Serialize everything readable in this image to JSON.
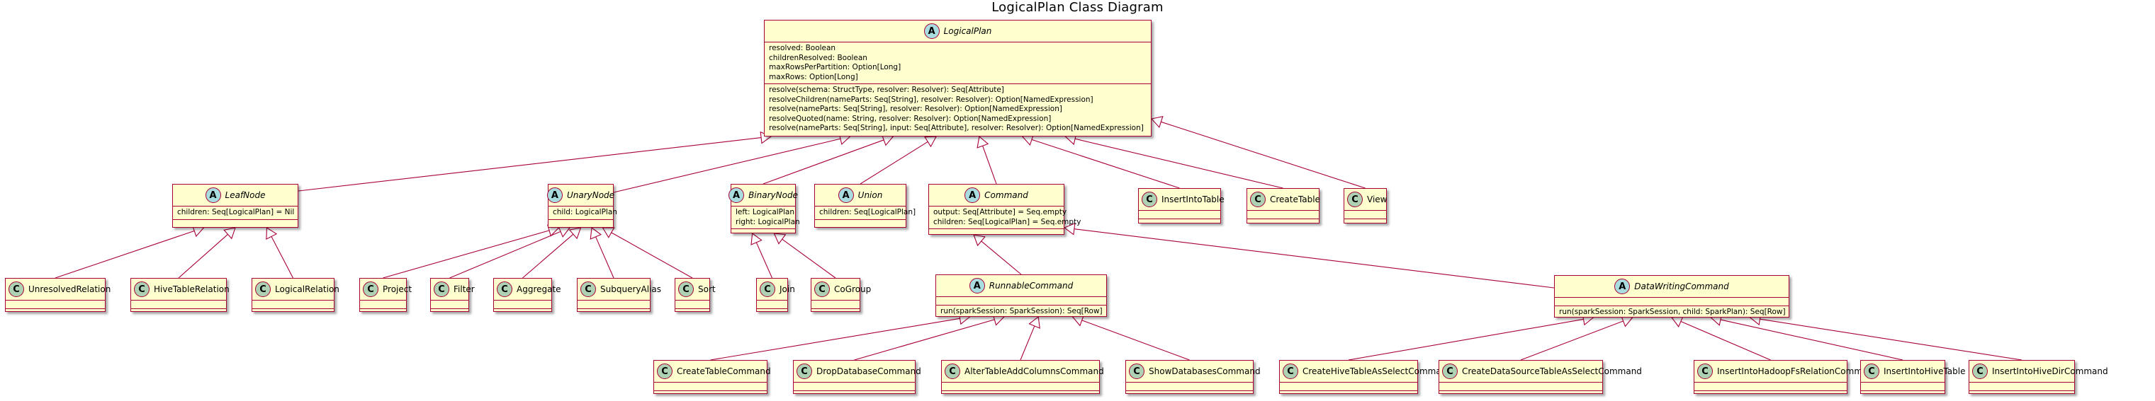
{
  "title": "LogicalPlan Class Diagram",
  "colors": {
    "fill": "#FEFECE",
    "border": "#A80036",
    "abstract_badge": "#A9DCDF",
    "class_badge": "#ADD1B2"
  },
  "classes": [
    {
      "id": "LogicalPlan",
      "kind": "abstract",
      "badge": "A",
      "name": "LogicalPlan",
      "fields": [
        "resolved: Boolean",
        "childrenResolved: Boolean",
        "maxRowsPerPartition: Option[Long]",
        "maxRows: Option[Long]"
      ],
      "methods": [
        "resolve(schema: StructType, resolver: Resolver): Seq[Attribute]",
        "resolveChildren(nameParts: Seq[String], resolver: Resolver): Option[NamedExpression]",
        "resolve(nameParts: Seq[String], resolver: Resolver): Option[NamedExpression]",
        "resolveQuoted(name: String, resolver: Resolver): Option[NamedExpression]",
        "resolve(nameParts: Seq[String], input: Seq[Attribute], resolver: Resolver): Option[NamedExpression]"
      ]
    },
    {
      "id": "LeafNode",
      "kind": "abstract",
      "badge": "A",
      "name": "LeafNode",
      "fields": [
        "children: Seq[LogicalPlan] = Nil"
      ],
      "methods": []
    },
    {
      "id": "UnaryNode",
      "kind": "abstract",
      "badge": "A",
      "name": "UnaryNode",
      "fields": [
        "child: LogicalPlan"
      ],
      "methods": []
    },
    {
      "id": "BinaryNode",
      "kind": "abstract",
      "badge": "A",
      "name": "BinaryNode",
      "fields": [
        "left: LogicalPlan",
        "right: LogicalPlan"
      ],
      "methods": []
    },
    {
      "id": "Union",
      "kind": "abstract",
      "badge": "A",
      "name": "Union",
      "fields": [
        "children: Seq[LogicalPlan]"
      ],
      "methods": []
    },
    {
      "id": "Command",
      "kind": "abstract",
      "badge": "A",
      "name": "Command",
      "fields": [
        "output: Seq[Attribute] = Seq.empty",
        "children: Seq[LogicalPlan] = Seq.empty"
      ],
      "methods": []
    },
    {
      "id": "InsertIntoTable",
      "kind": "class",
      "badge": "C",
      "name": "InsertIntoTable",
      "fields": [],
      "methods": []
    },
    {
      "id": "CreateTable",
      "kind": "class",
      "badge": "C",
      "name": "CreateTable",
      "fields": [],
      "methods": []
    },
    {
      "id": "View",
      "kind": "class",
      "badge": "C",
      "name": "View",
      "fields": [],
      "methods": []
    },
    {
      "id": "UnresolvedRelation",
      "kind": "class",
      "badge": "C",
      "name": "UnresolvedRelation",
      "fields": [],
      "methods": []
    },
    {
      "id": "HiveTableRelation",
      "kind": "class",
      "badge": "C",
      "name": "HiveTableRelation",
      "fields": [],
      "methods": []
    },
    {
      "id": "LogicalRelation",
      "kind": "class",
      "badge": "C",
      "name": "LogicalRelation",
      "fields": [],
      "methods": []
    },
    {
      "id": "Project",
      "kind": "class",
      "badge": "C",
      "name": "Project",
      "fields": [],
      "methods": []
    },
    {
      "id": "Filter",
      "kind": "class",
      "badge": "C",
      "name": "Filter",
      "fields": [],
      "methods": []
    },
    {
      "id": "Aggregate",
      "kind": "class",
      "badge": "C",
      "name": "Aggregate",
      "fields": [],
      "methods": []
    },
    {
      "id": "SubqueryAlias",
      "kind": "class",
      "badge": "C",
      "name": "SubqueryAlias",
      "fields": [],
      "methods": []
    },
    {
      "id": "Sort",
      "kind": "class",
      "badge": "C",
      "name": "Sort",
      "fields": [],
      "methods": []
    },
    {
      "id": "Join",
      "kind": "class",
      "badge": "C",
      "name": "Join",
      "fields": [],
      "methods": []
    },
    {
      "id": "CoGroup",
      "kind": "class",
      "badge": "C",
      "name": "CoGroup",
      "fields": [],
      "methods": []
    },
    {
      "id": "RunnableCommand",
      "kind": "abstract",
      "badge": "A",
      "name": "RunnableCommand",
      "fields": [],
      "methods": [
        "run(sparkSession: SparkSession): Seq[Row]"
      ]
    },
    {
      "id": "DataWritingCommand",
      "kind": "abstract",
      "badge": "A",
      "name": "DataWritingCommand",
      "fields": [],
      "methods": [
        "run(sparkSession: SparkSession, child: SparkPlan): Seq[Row]"
      ]
    },
    {
      "id": "CreateTableCommand",
      "kind": "class",
      "badge": "C",
      "name": "CreateTableCommand",
      "fields": [],
      "methods": []
    },
    {
      "id": "DropDatabaseCommand",
      "kind": "class",
      "badge": "C",
      "name": "DropDatabaseCommand",
      "fields": [],
      "methods": []
    },
    {
      "id": "AlterTableAddColumnsCommand",
      "kind": "class",
      "badge": "C",
      "name": "AlterTableAddColumnsCommand",
      "fields": [],
      "methods": []
    },
    {
      "id": "ShowDatabasesCommand",
      "kind": "class",
      "badge": "C",
      "name": "ShowDatabasesCommand",
      "fields": [],
      "methods": []
    },
    {
      "id": "CreateHiveTableAsSelectCommand",
      "kind": "class",
      "badge": "C",
      "name": "CreateHiveTableAsSelectCommand",
      "fields": [],
      "methods": []
    },
    {
      "id": "CreateDataSourceTableAsSelectCommand",
      "kind": "class",
      "badge": "C",
      "name": "CreateDataSourceTableAsSelectCommand",
      "fields": [],
      "methods": []
    },
    {
      "id": "InsertIntoHadoopFsRelationCommand",
      "kind": "class",
      "badge": "C",
      "name": "InsertIntoHadoopFsRelationCommand",
      "fields": [],
      "methods": []
    },
    {
      "id": "InsertIntoHiveTable",
      "kind": "class",
      "badge": "C",
      "name": "InsertIntoHiveTable",
      "fields": [],
      "methods": []
    },
    {
      "id": "InsertIntoHiveDirCommand",
      "kind": "class",
      "badge": "C",
      "name": "InsertIntoHiveDirCommand",
      "fields": [],
      "methods": []
    }
  ],
  "inheritance": [
    [
      "LeafNode",
      "LogicalPlan"
    ],
    [
      "UnaryNode",
      "LogicalPlan"
    ],
    [
      "BinaryNode",
      "LogicalPlan"
    ],
    [
      "Union",
      "LogicalPlan"
    ],
    [
      "Command",
      "LogicalPlan"
    ],
    [
      "InsertIntoTable",
      "LogicalPlan"
    ],
    [
      "CreateTable",
      "LogicalPlan"
    ],
    [
      "View",
      "LogicalPlan"
    ],
    [
      "UnresolvedRelation",
      "LeafNode"
    ],
    [
      "HiveTableRelation",
      "LeafNode"
    ],
    [
      "LogicalRelation",
      "LeafNode"
    ],
    [
      "Project",
      "UnaryNode"
    ],
    [
      "Filter",
      "UnaryNode"
    ],
    [
      "Aggregate",
      "UnaryNode"
    ],
    [
      "SubqueryAlias",
      "UnaryNode"
    ],
    [
      "Sort",
      "UnaryNode"
    ],
    [
      "Join",
      "BinaryNode"
    ],
    [
      "CoGroup",
      "BinaryNode"
    ],
    [
      "RunnableCommand",
      "Command"
    ],
    [
      "DataWritingCommand",
      "Command"
    ],
    [
      "CreateTableCommand",
      "RunnableCommand"
    ],
    [
      "DropDatabaseCommand",
      "RunnableCommand"
    ],
    [
      "AlterTableAddColumnsCommand",
      "RunnableCommand"
    ],
    [
      "ShowDatabasesCommand",
      "RunnableCommand"
    ],
    [
      "CreateHiveTableAsSelectCommand",
      "DataWritingCommand"
    ],
    [
      "CreateDataSourceTableAsSelectCommand",
      "DataWritingCommand"
    ],
    [
      "InsertIntoHadoopFsRelationCommand",
      "DataWritingCommand"
    ],
    [
      "InsertIntoHiveTable",
      "DataWritingCommand"
    ],
    [
      "InsertIntoHiveDirCommand",
      "DataWritingCommand"
    ]
  ]
}
